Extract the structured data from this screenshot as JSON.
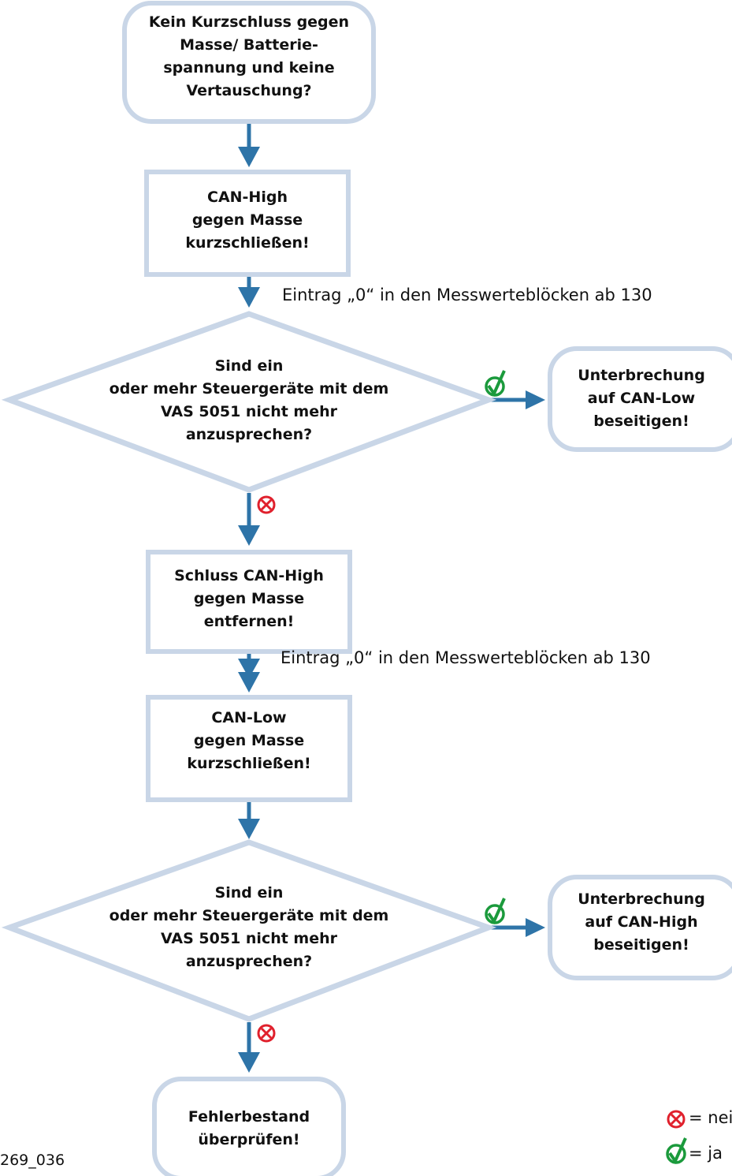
{
  "nodes": {
    "start": {
      "lines": [
        "Kein Kurzschluss gegen",
        "Masse/ Batterie-",
        "spannung und keine",
        "Vertauschung?"
      ]
    },
    "step1": {
      "lines": [
        "CAN-High",
        "gegen Masse",
        "kurzschließen!"
      ]
    },
    "decision1": {
      "lines": [
        "Sind ein",
        "oder mehr Steuergeräte mit dem",
        "VAS 5051 nicht mehr",
        "anzusprechen?"
      ]
    },
    "result1": {
      "lines": [
        "Unterbrechung",
        "auf CAN-Low",
        "beseitigen!"
      ]
    },
    "step2": {
      "lines": [
        "Schluss CAN-High",
        "gegen Masse",
        "entfernen!"
      ]
    },
    "step3": {
      "lines": [
        "CAN-Low",
        "gegen Masse",
        "kurzschließen!"
      ]
    },
    "decision2": {
      "lines": [
        "Sind ein",
        "oder mehr Steuergeräte mit dem",
        "VAS 5051 nicht mehr",
        "anzusprechen?"
      ]
    },
    "result2": {
      "lines": [
        "Unterbrechung",
        "auf CAN-High",
        "beseitigen!"
      ]
    },
    "end": {
      "lines": [
        "Fehlerbestand",
        "überprüfen!"
      ]
    }
  },
  "notes": {
    "note1": "Eintrag „0“ in den Messwerteblöcken ab 130",
    "note2": "Eintrag „0“ in den Messwerteblöcken ab 130"
  },
  "legend": {
    "no_label": "= nein",
    "yes_label": "= ja"
  },
  "figure_number": "269_036",
  "colors": {
    "arrow": "#2e74a8",
    "box_border": "#c5d4e6",
    "yes_icon": "#1b9a3c",
    "no_icon": "#e0202c"
  },
  "icons": {
    "yes": "check-circle-icon",
    "no": "x-circle-icon"
  }
}
